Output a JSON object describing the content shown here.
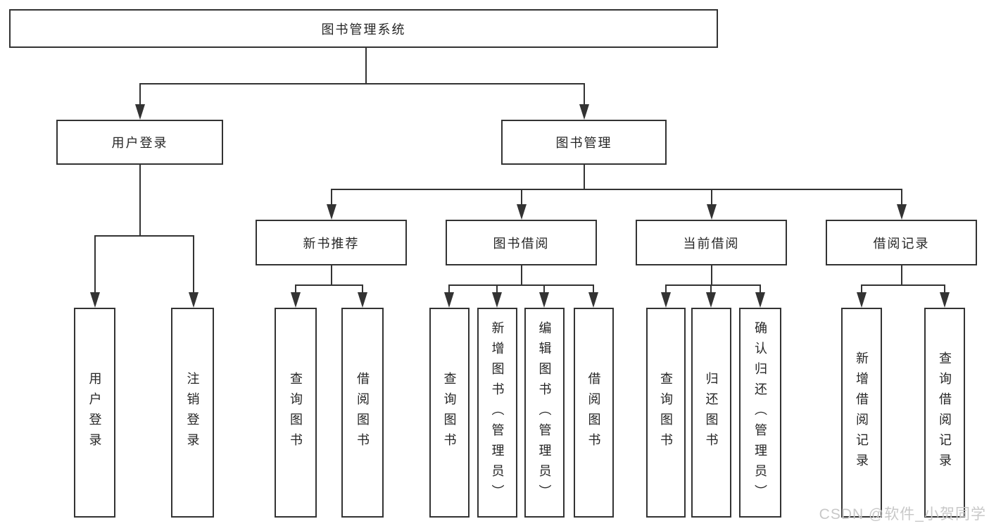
{
  "tree": {
    "label": "图书管理系统",
    "children": [
      {
        "label": "用户登录",
        "children": [
          {
            "label": "用户登录"
          },
          {
            "label": "注销登录"
          }
        ]
      },
      {
        "label": "图书管理",
        "children": [
          {
            "label": "新书推荐",
            "children": [
              {
                "label": "查询图书"
              },
              {
                "label": "借阅图书"
              }
            ]
          },
          {
            "label": "图书借阅",
            "children": [
              {
                "label": "查询图书"
              },
              {
                "label": "新增图书（管理员）"
              },
              {
                "label": "编辑图书（管理员）"
              },
              {
                "label": "借阅图书"
              }
            ]
          },
          {
            "label": "当前借阅",
            "children": [
              {
                "label": "查询图书"
              },
              {
                "label": "归还图书"
              },
              {
                "label": "确认归还（管理员）"
              }
            ]
          },
          {
            "label": "借阅记录",
            "children": [
              {
                "label": "新增借阅记录"
              },
              {
                "label": "查询借阅记录"
              }
            ]
          }
        ]
      }
    ]
  },
  "watermark": "CSDN @软件_小贺同学",
  "colors": {
    "line": "#333333",
    "box_border": "#333333",
    "text": "#262626",
    "watermark": "#c8c8c8",
    "background": "#ffffff"
  }
}
